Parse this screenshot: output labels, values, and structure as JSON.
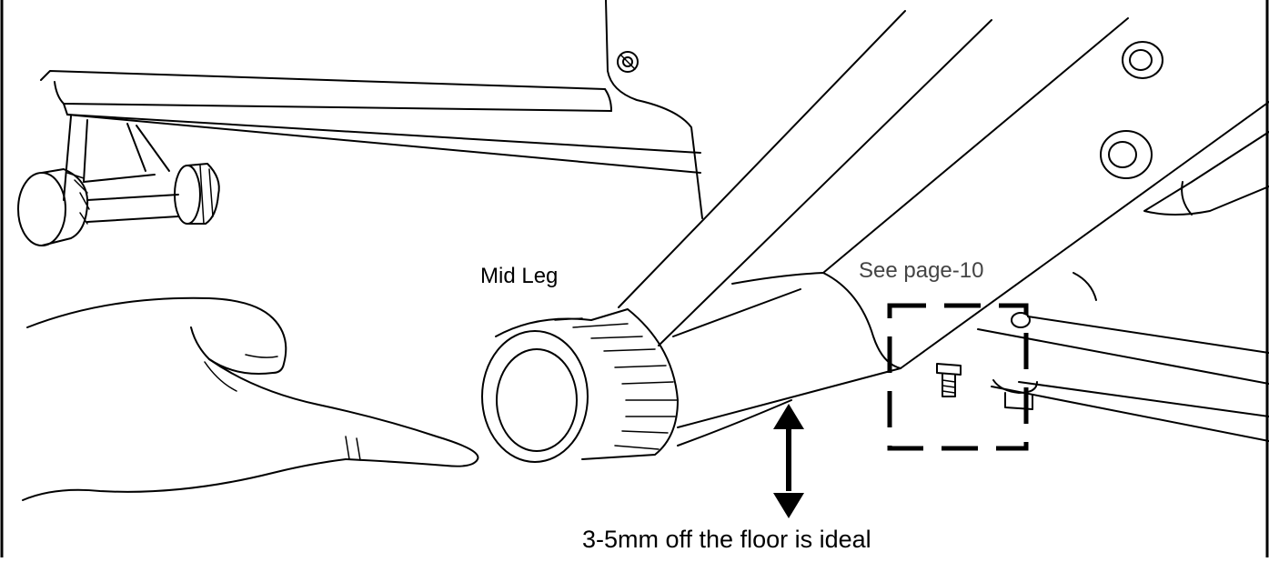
{
  "labels": {
    "mid_leg": "Mid Leg",
    "see_page": "See page-10",
    "floor_note": "3-5mm off the floor is ideal"
  },
  "colors": {
    "line": "#000000",
    "background": "#ffffff",
    "see_page_text": "#444444"
  },
  "icons": {
    "hand": "pointing-hand-icon",
    "arrow": "double-headed-vertical-arrow-icon"
  }
}
